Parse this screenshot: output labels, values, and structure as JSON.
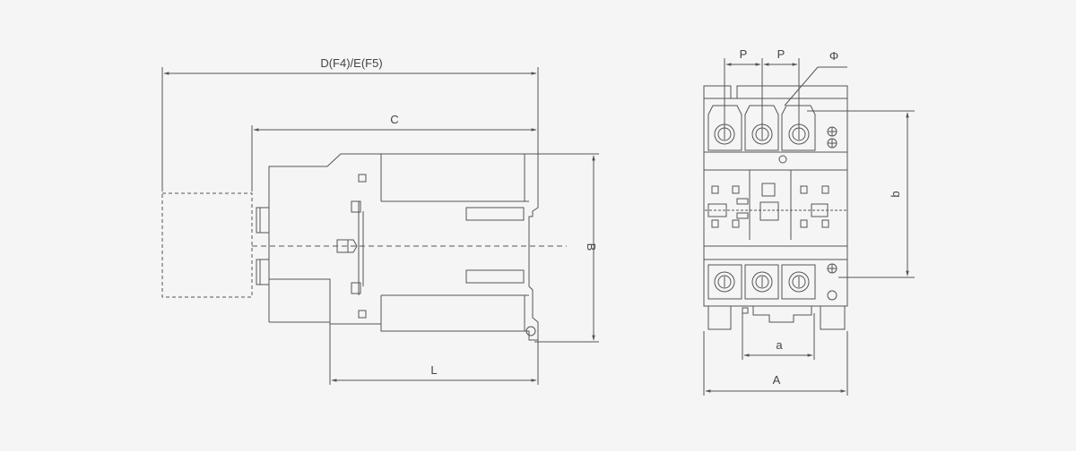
{
  "style": {
    "line_color": "#555555",
    "background": "#f5f5f5"
  },
  "side_view": {
    "dim_total": "D(F4)/E(F5)",
    "dim_body": "C",
    "dim_height": "B",
    "dim_depth": "L"
  },
  "front_view": {
    "dim_pitch_1": "P",
    "dim_pitch_2": "P",
    "dim_diameter": "Φ",
    "dim_mount_height": "b",
    "dim_mount_width": "a",
    "dim_width": "A"
  }
}
